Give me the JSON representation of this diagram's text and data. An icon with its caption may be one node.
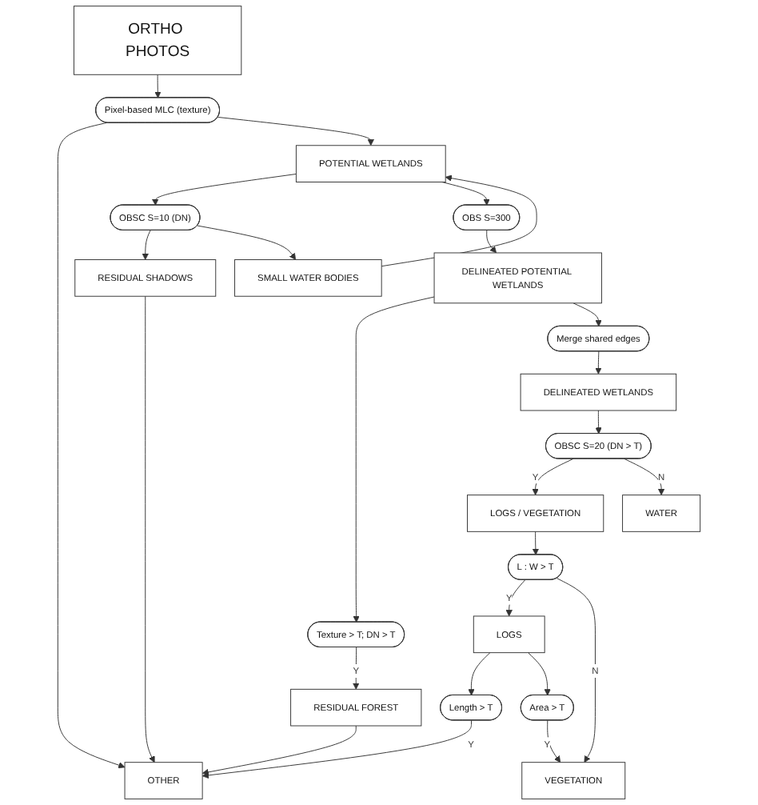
{
  "diagram": {
    "nodes": [
      {
        "text": [
          "ORTHO PHOTOS"
        ]
      },
      {
        "text": [
          "Pixel-based MLC (texture)"
        ]
      },
      {
        "text": [
          "OTHER"
        ]
      },
      {
        "text": [
          "OBSC S=10 (DN)"
        ]
      },
      {
        "text": [
          "POTENTIAL WETLANDS"
        ]
      },
      {
        "text": [
          "RESIDUAL SHADOWS"
        ]
      },
      {
        "text": [
          "SMALL WATER BODIES"
        ]
      },
      {
        "text": [
          "OBS S=300"
        ]
      },
      {
        "text": [
          "RESIDUAL FOREST"
        ]
      },
      {
        "text": [
          "Texture > T; DN > T"
        ]
      },
      {
        "text": [
          "DELINEATED POTENTIAL WETLANDS"
        ]
      },
      {
        "text": [
          "Merge shared edges"
        ]
      },
      {
        "text": [
          "DELINEATED WETLANDS"
        ]
      },
      {
        "text": [
          "OBSC S=20 (DN > T)"
        ]
      },
      {
        "text": [
          "LOGS / VEGETATION"
        ]
      },
      {
        "text": [
          "WATER"
        ]
      },
      {
        "text": [
          "Length > T"
        ]
      },
      {
        "text": [
          "L : W > T"
        ]
      },
      {
        "text": [
          "LOGS"
        ]
      },
      {
        "text": [
          "Area > T"
        ]
      },
      {
        "text": [
          "VEGETATION"
        ]
      }
    ],
    "edges": [
      {
        "from": 0,
        "to": 1,
        "arrow": "to"
      },
      {
        "from": 1,
        "to": 2,
        "arrow": "to"
      },
      {
        "from": 1,
        "to": 4,
        "arrow": "to"
      },
      {
        "from": 4,
        "to": 3,
        "arrow": "to"
      },
      {
        "from": 3,
        "to": 5,
        "arrow": "to"
      },
      {
        "from": 3,
        "to": 6,
        "arrow": "to"
      },
      {
        "from": 5,
        "to": 2,
        "arrow": "to"
      },
      {
        "from": 6,
        "to": 4,
        "arrow": "to"
      },
      {
        "from": 4,
        "to": 7,
        "arrow": "to"
      },
      {
        "from": 7,
        "to": 10,
        "arrow": "to"
      },
      {
        "from": 10,
        "to": 9,
        "arrow": "to"
      },
      {
        "from": 9,
        "to": 8,
        "arrow": "to",
        "label": "Y"
      },
      {
        "from": 8,
        "to": 2,
        "arrow": "to"
      },
      {
        "from": 16,
        "to": 2,
        "arrow": "to",
        "label": "Y"
      },
      {
        "from": 10,
        "to": 11,
        "arrow": "to"
      },
      {
        "from": 11,
        "to": 12,
        "arrow": "to"
      },
      {
        "from": 12,
        "to": 13,
        "arrow": "to"
      },
      {
        "from": 13,
        "to": 14,
        "arrow": "to",
        "label": "Y"
      },
      {
        "from": 13,
        "to": 15,
        "arrow": "to",
        "label": "N"
      },
      {
        "from": 14,
        "to": 17,
        "arrow": "to"
      },
      {
        "from": 17,
        "to": 18,
        "arrow": "to",
        "label": "Y"
      },
      {
        "from": 17,
        "to": 20,
        "arrow": "to",
        "label": "N"
      },
      {
        "from": 18,
        "to": 16,
        "arrow": "to"
      },
      {
        "from": 18,
        "to": 19,
        "arrow": "to"
      },
      {
        "from": 19,
        "to": 20,
        "arrow": "to",
        "label": "Y"
      }
    ]
  }
}
